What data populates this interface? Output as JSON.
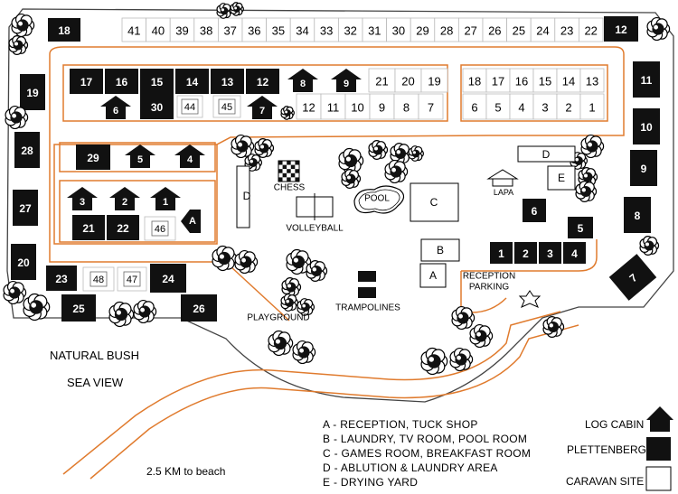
{
  "map": {
    "top_row_sites": [
      "41",
      "40",
      "39",
      "38",
      "37",
      "36",
      "35",
      "34",
      "33",
      "32",
      "31",
      "30",
      "29",
      "28",
      "27",
      "26",
      "25",
      "24",
      "23",
      "22"
    ],
    "corner_black_left": "18",
    "corner_black_right": "12",
    "upper_black_row": [
      "17",
      "16",
      "15",
      "14",
      "13",
      "12"
    ],
    "upper_right_caravan_top": [
      "21",
      "20",
      "19"
    ],
    "upper_right_caravan_bottom": [
      "12",
      "11",
      "10",
      "9",
      "8",
      "7"
    ],
    "right_block_top": [
      "18",
      "17",
      "16",
      "15",
      "14",
      "13"
    ],
    "right_block_bottom": [
      "6",
      "5",
      "4",
      "3",
      "2",
      "1"
    ],
    "right_edge_black": [
      "11",
      "10",
      "9",
      "8"
    ],
    "left_edge_black": [
      "19",
      "28",
      "27",
      "20"
    ],
    "cabins_upper": [
      "6",
      "7",
      "8",
      "9"
    ],
    "black_30": "30",
    "caravan_44": "44",
    "caravan_45": "45",
    "left_box_black": "29",
    "left_box_cabins": [
      "5",
      "4"
    ],
    "lower_left_cabins": [
      "3",
      "2",
      "1"
    ],
    "lower_left_black": [
      "21",
      "22"
    ],
    "caravan_46": "46",
    "bottom_black": [
      "23",
      "24",
      "25",
      "26"
    ],
    "bottom_caravan": [
      "48",
      "47"
    ],
    "black_5_right": "5",
    "black_6_right": "6",
    "plett_row": [
      "1",
      "2",
      "3",
      "4"
    ],
    "black_7_rot": "7",
    "areas": {
      "chess": "CHESS",
      "volleyball": "VOLLEYBALL",
      "pool": "POOL",
      "c": "C",
      "lapa": "LAPA",
      "d_left": "D",
      "d_right": "D",
      "e": "E",
      "b": "B",
      "a_building": "A",
      "a_arrow": "A",
      "trampolines": "TRAMPOLINES",
      "playground": "PLAYGROUND",
      "reception_parking_1": "RECEPTION",
      "reception_parking_2": "PARKING"
    },
    "natural_bush": "NATURAL BUSH",
    "sea_view": "SEA VIEW",
    "to_beach": "2.5 KM to beach"
  },
  "key": {
    "lines": [
      "A - RECEPTION, TUCK SHOP",
      "B - LAUNDRY, TV ROOM, POOL ROOM",
      "C - GAMES ROOM, BREAKFAST ROOM",
      "D - ABLUTION & LAUNDRY AREA",
      "E - DRYING YARD"
    ]
  },
  "legend": {
    "log_cabin": "LOG CABIN",
    "plettenberg": "PLETTENBERG",
    "caravan_site": "CARAVAN SITE"
  }
}
